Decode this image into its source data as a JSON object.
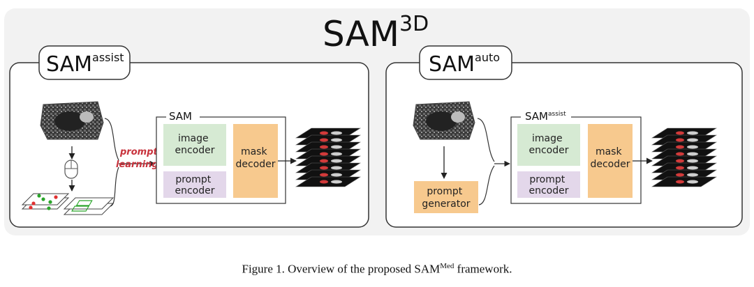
{
  "title": {
    "main": "SAM",
    "sup": "3D"
  },
  "panels": {
    "assist": {
      "tab_main": "SAM",
      "tab_sup": "assist",
      "sam_label": "SAM",
      "image_encoder": [
        "image",
        "encoder"
      ],
      "prompt_encoder": [
        "prompt",
        "encoder"
      ],
      "mask_decoder": [
        "mask",
        "decoder"
      ],
      "prompt_learning": [
        "prompt",
        "learning"
      ]
    },
    "auto": {
      "tab_main": "SAM",
      "tab_sup": "auto",
      "sam_label_main": "SAM",
      "sam_label_sup": "assist",
      "image_encoder": [
        "image",
        "encoder"
      ],
      "prompt_encoder": [
        "prompt",
        "encoder"
      ],
      "mask_decoder": [
        "mask",
        "decoder"
      ],
      "prompt_generator": [
        "prompt",
        "generator"
      ]
    }
  },
  "colors": {
    "image_encoder": "#d6ead3",
    "prompt_encoder": "#e3d7ea",
    "mask_decoder": "#f7c98e",
    "prompt_generator": "#f7c98e",
    "prompt_learning_text": "#c8323c",
    "background": "#f2f2f2"
  },
  "caption": {
    "prefix": "Figure 1. Overview of the proposed SAM",
    "sup": "Med",
    "suffix": " framework."
  }
}
